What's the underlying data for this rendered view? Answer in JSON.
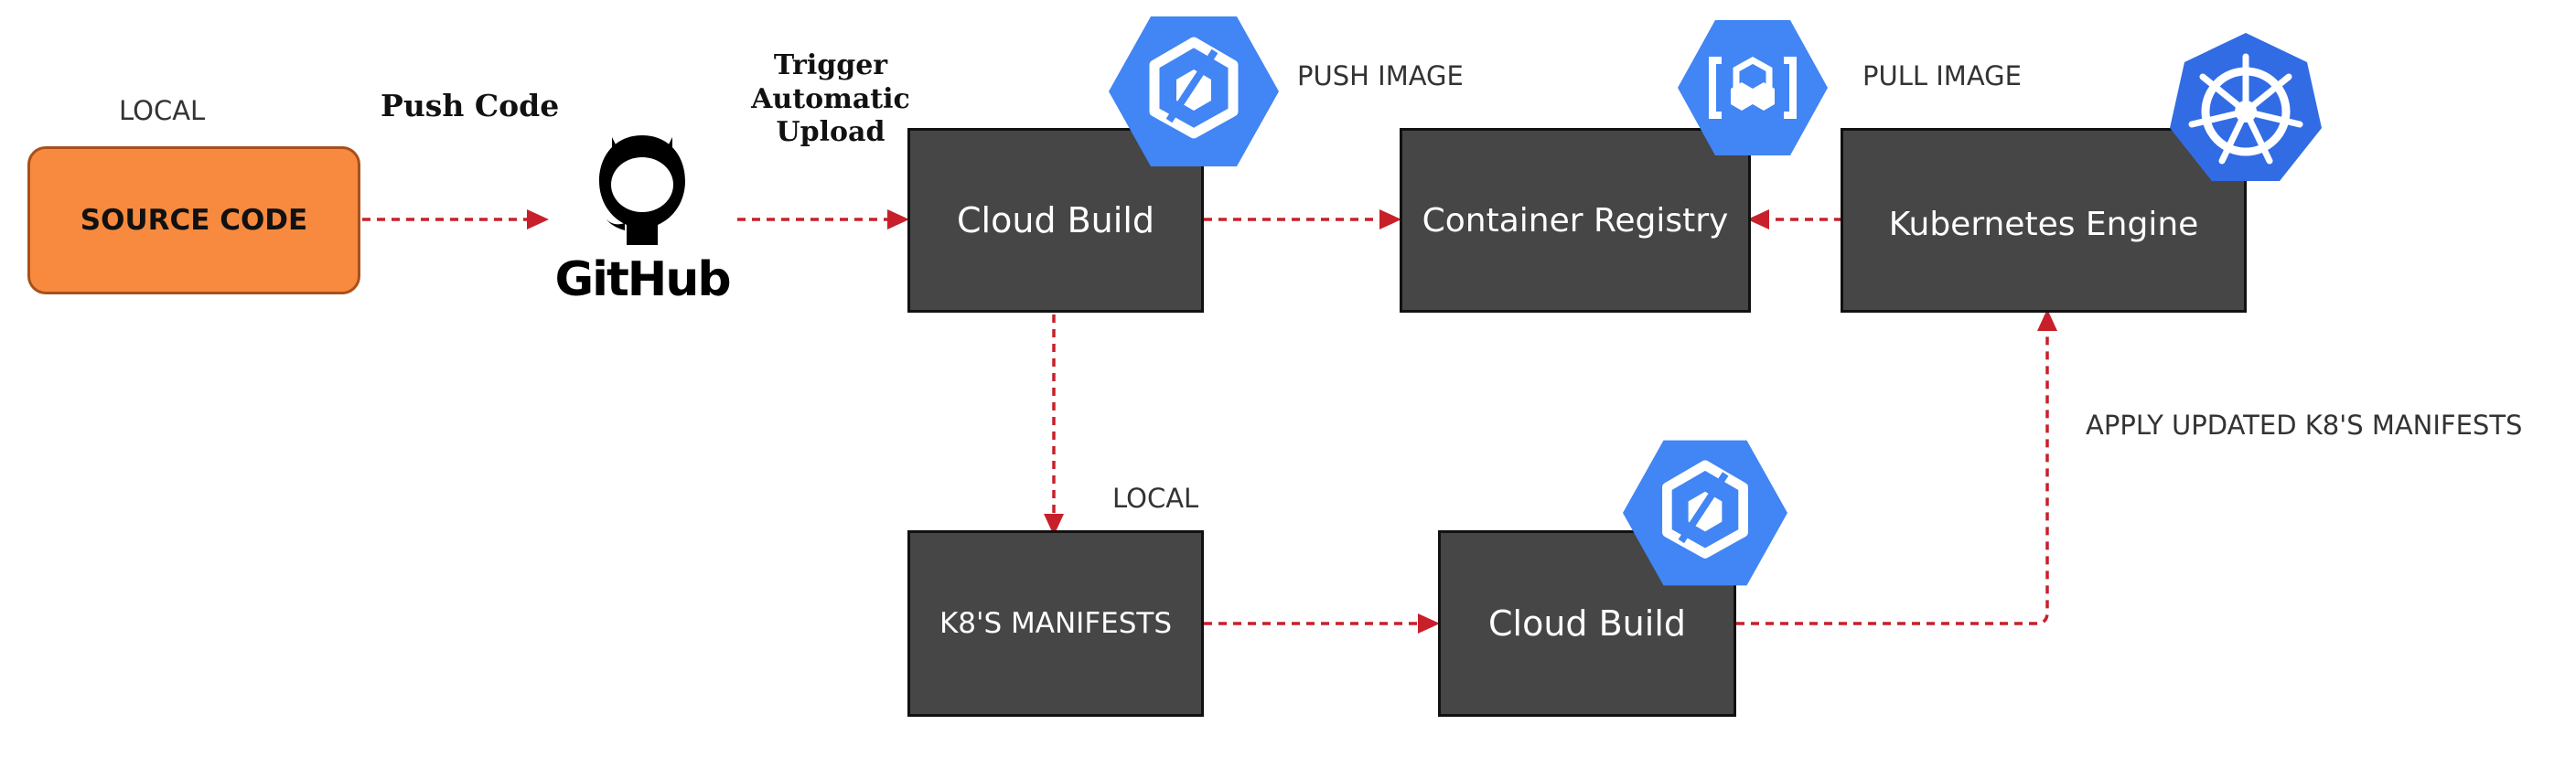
{
  "labels": {
    "local_top": "LOCAL",
    "push_code": "Push Code",
    "trigger_lines": [
      "Trigger",
      "Automatic",
      "Upload"
    ],
    "push_image": "PUSH IMAGE",
    "pull_image": "PULL IMAGE",
    "local_mid": "LOCAL",
    "apply_manifests": "APPLY UPDATED K8'S MANIFESTS"
  },
  "nodes": {
    "source_code": "SOURCE CODE",
    "github": "GitHub",
    "cloud_build_top": "Cloud Build",
    "container_registry": "Container Registry",
    "kubernetes_engine": "Kubernetes Engine",
    "k8s_manifests": "K8'S MANIFESTS",
    "cloud_build_bottom": "Cloud Build"
  },
  "icons": {
    "cloud_build_icon": "cloud-build-icon",
    "container_registry_icon": "container-registry-icon",
    "kubernetes_icon": "kubernetes-icon",
    "github_icon": "github-octocat-icon"
  },
  "colors": {
    "source_fill": "#f78a3f",
    "node_fill": "#464646",
    "arrow": "#c8202a",
    "gcp_blue": "#4285f4",
    "k8s_blue": "#326ce5"
  }
}
